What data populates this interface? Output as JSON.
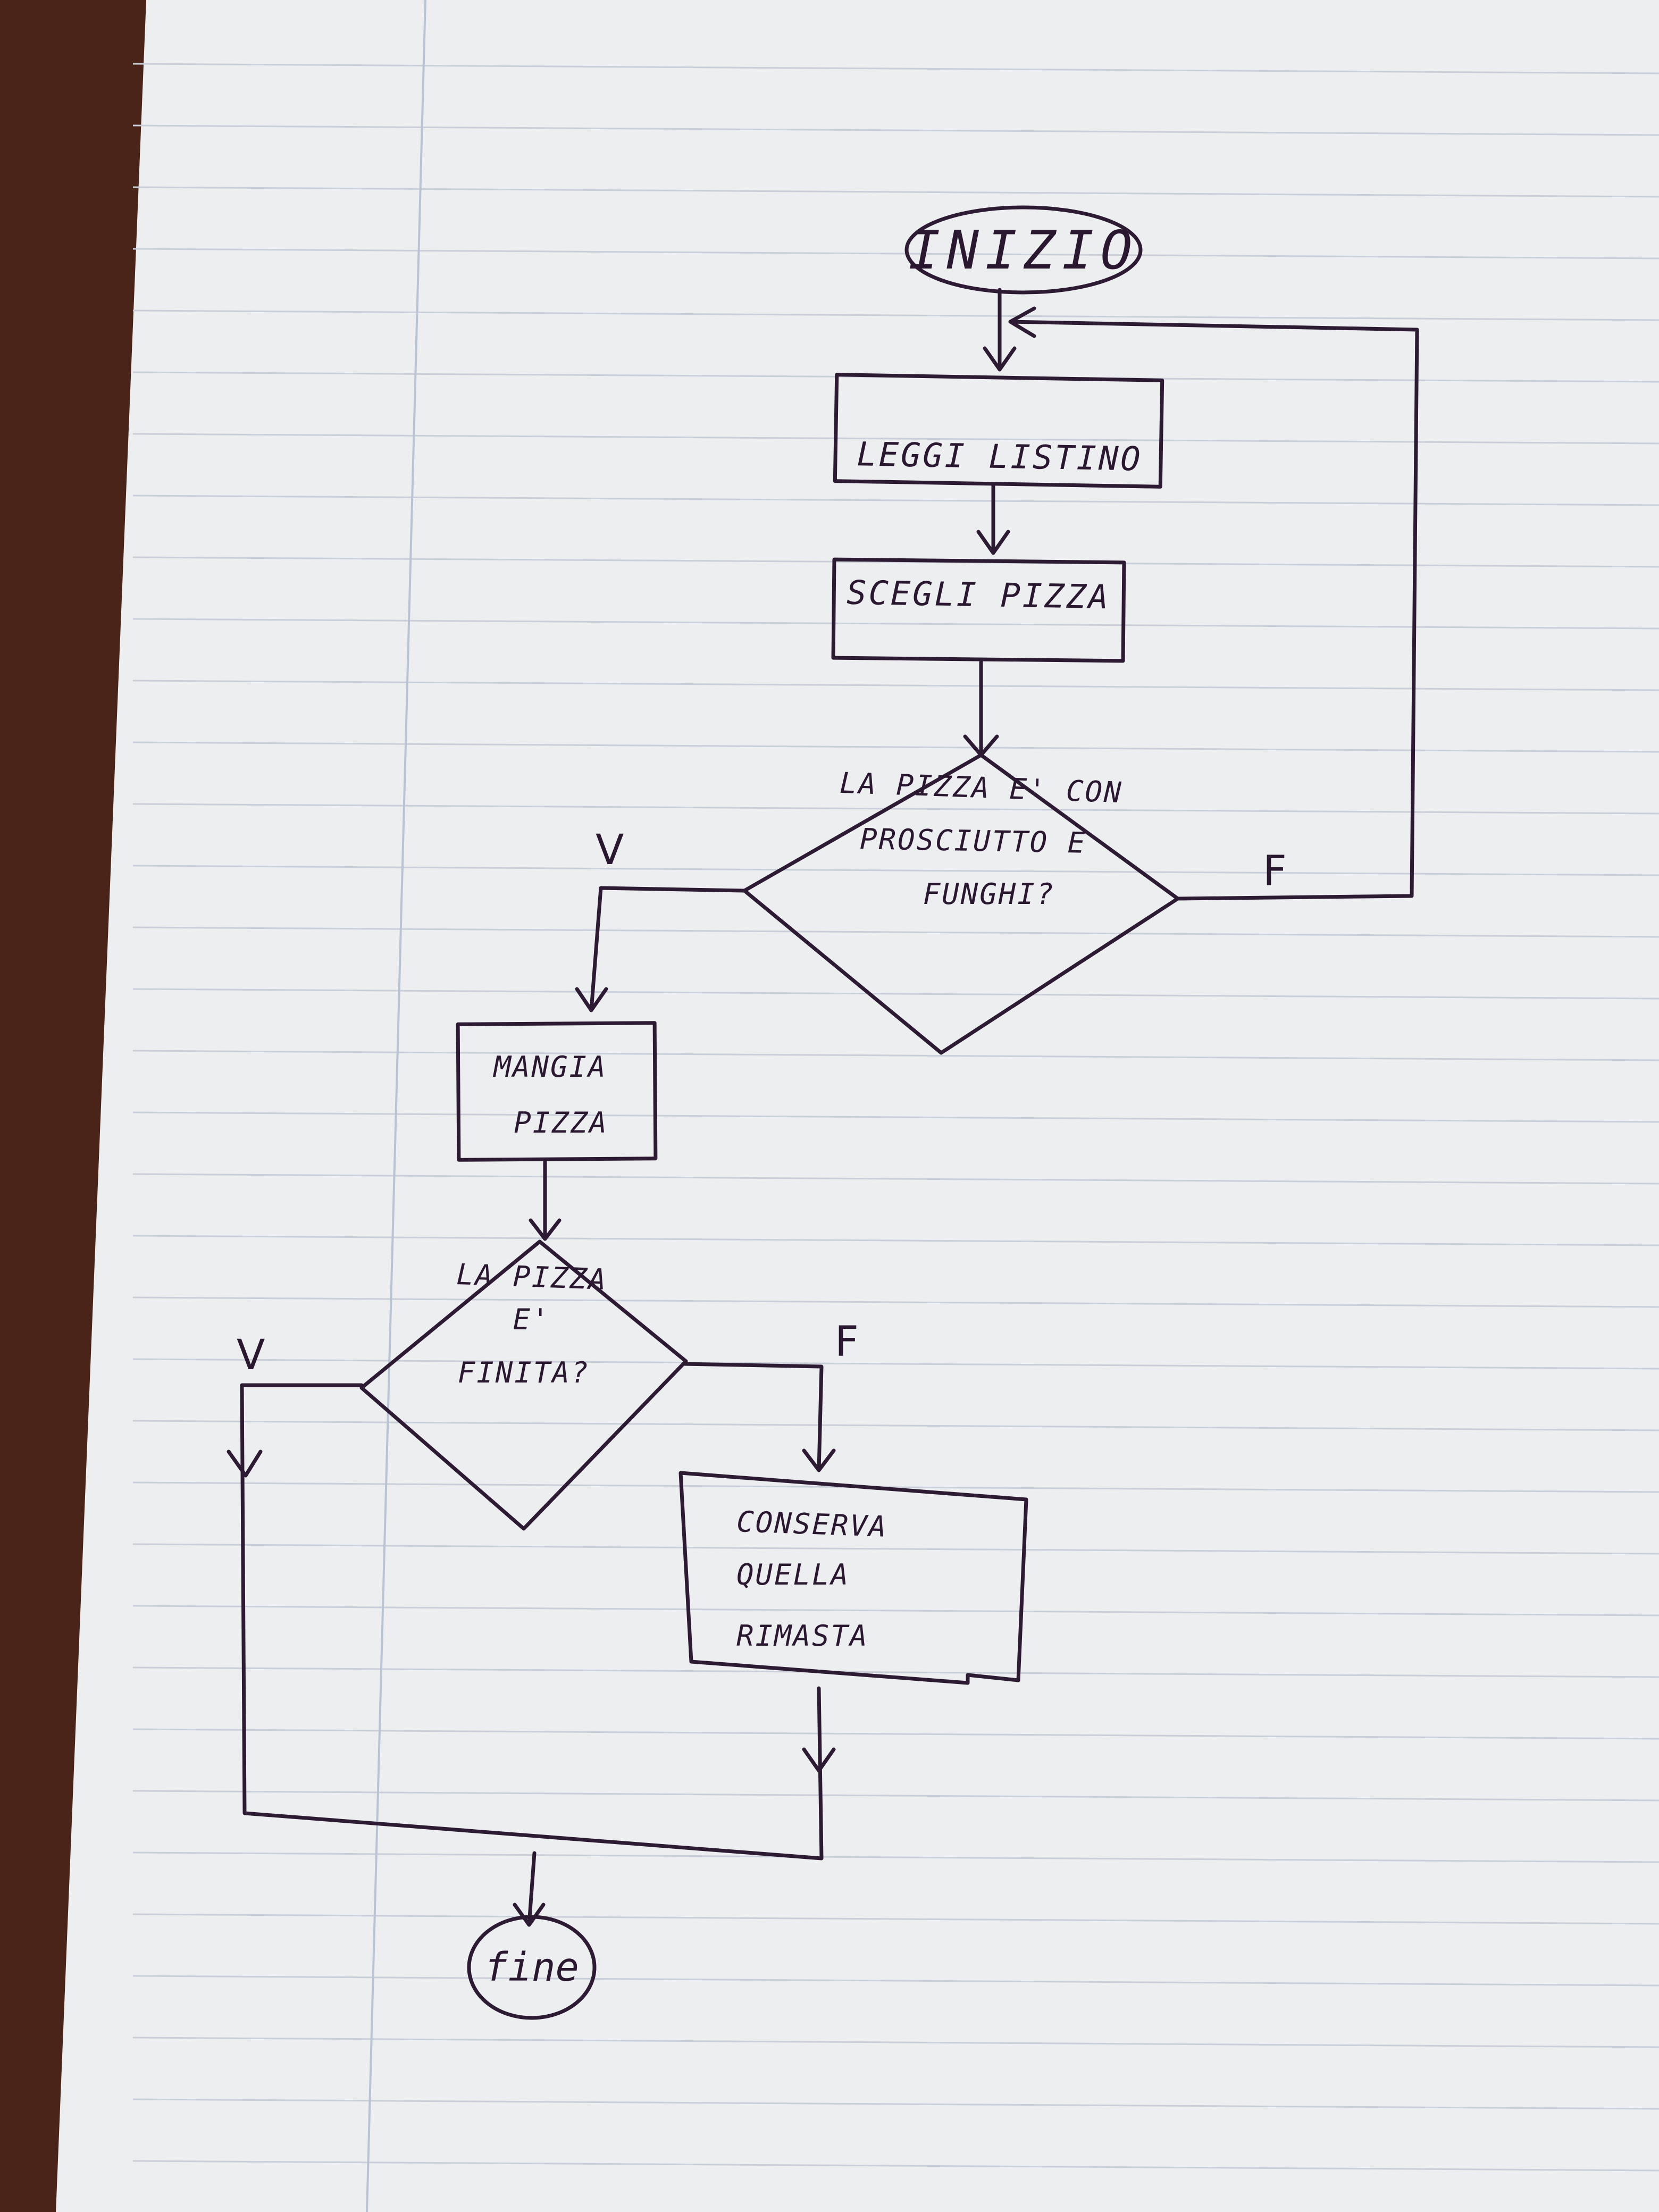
{
  "diagram": {
    "nodes": {
      "start": "INIZIO",
      "read_menu": "LEGGI LISTINO",
      "choose_pizza": "SCEGLI PIZZA",
      "decision_ham": [
        "LA PIZZA  E' CON",
        "PROSCIUTTO E",
        "FUNGHI?"
      ],
      "eat_pizza": [
        "MANGIA",
        "PIZZA"
      ],
      "decision_finished": [
        "LA PIZZA",
        "E'",
        "FINITA?"
      ],
      "save_rest": [
        "CONSERVA",
        "QUELLA",
        "RIMASTA"
      ],
      "end": "fine"
    },
    "branch_labels": {
      "ham_true": "V",
      "ham_false": "F",
      "finished_true": "V",
      "finished_false": "F"
    }
  }
}
